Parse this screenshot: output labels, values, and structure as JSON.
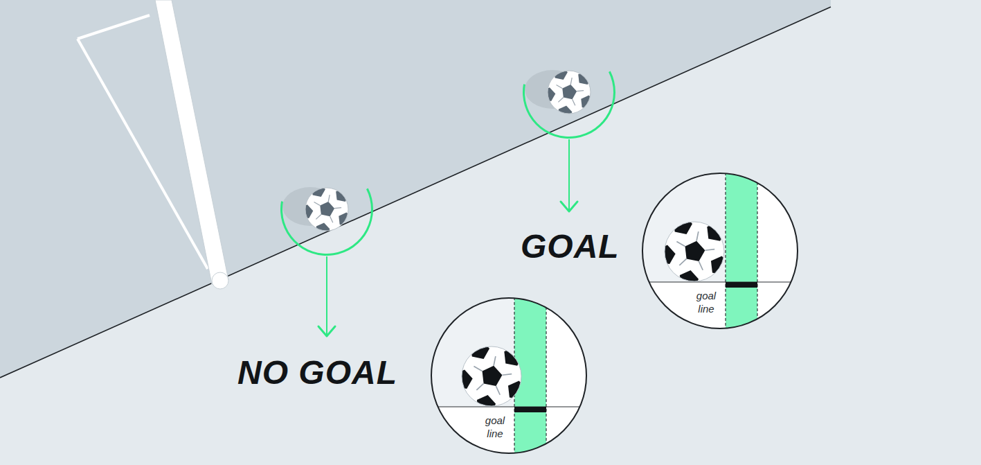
{
  "diagram": {
    "nodes": [
      {
        "text": [
          "goal line"
        ]
      },
      {
        "text": [
          "goal line"
        ]
      }
    ],
    "labels": [
      "GOAL",
      "NO GOAL"
    ]
  }
}
